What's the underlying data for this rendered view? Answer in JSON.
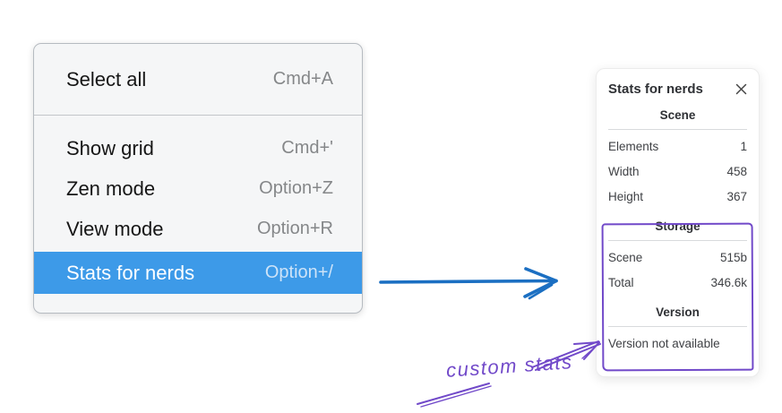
{
  "colors": {
    "menu_highlight": "#3d9ae8",
    "menu_background": "#f5f6f7",
    "arrow_blue": "#1b6fc2",
    "annotation_purple": "#7149c9"
  },
  "menu": {
    "items": [
      {
        "label": "Select all",
        "shortcut": "Cmd+A",
        "selected": false
      },
      {
        "label": "Show grid",
        "shortcut": "Cmd+'",
        "selected": false
      },
      {
        "label": "Zen mode",
        "shortcut": "Option+Z",
        "selected": false
      },
      {
        "label": "View mode",
        "shortcut": "Option+R",
        "selected": false
      },
      {
        "label": "Stats for nerds",
        "shortcut": "Option+/",
        "selected": true
      }
    ]
  },
  "panel": {
    "title": "Stats for nerds",
    "sections": [
      {
        "title": "Scene",
        "rows": [
          {
            "label": "Elements",
            "value": "1"
          },
          {
            "label": "Width",
            "value": "458"
          },
          {
            "label": "Height",
            "value": "367"
          }
        ]
      },
      {
        "title": "Storage",
        "rows": [
          {
            "label": "Scene",
            "value": "515b"
          },
          {
            "label": "Total",
            "value": "346.6k"
          }
        ]
      },
      {
        "title": "Version",
        "rows": [],
        "note": "Version not available"
      }
    ]
  },
  "annotation": {
    "label": "custom stats"
  }
}
